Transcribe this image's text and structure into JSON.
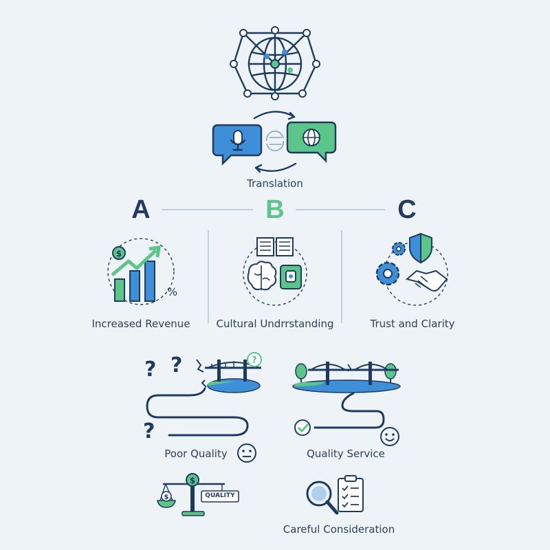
{
  "colors": {
    "navy": "#1e3a5f",
    "blue": "#3f8fd8",
    "green": "#5cc58a",
    "background": "#eef3f8"
  },
  "top": {
    "network_icon": "globe-network-icon",
    "translation_label": "Translation"
  },
  "pillars": [
    {
      "letter": "A",
      "label": "Increased Revenue",
      "icon": "revenue-chart-icon",
      "letter_color": "#243a63"
    },
    {
      "letter": "B",
      "label": "Cultural Undrrstanding",
      "icon": "brain-book-icon",
      "letter_color": "#5cc58a"
    },
    {
      "letter": "C",
      "label": "Trust and Clarity",
      "icon": "handshake-shield-icon",
      "letter_color": "#243a63"
    }
  ],
  "outcomes": {
    "poor": {
      "label": "Poor Quality",
      "icon": "broken-bridge-icon",
      "face": "neutral-face-icon"
    },
    "quality": {
      "label": "Quality Service",
      "icon": "complete-bridge-icon",
      "face": "smile-face-icon"
    }
  },
  "bottom": {
    "scale_badge": "QUALITY",
    "consideration_label": "Careful Consideration",
    "consideration_icon": "magnifier-checklist-icon"
  }
}
